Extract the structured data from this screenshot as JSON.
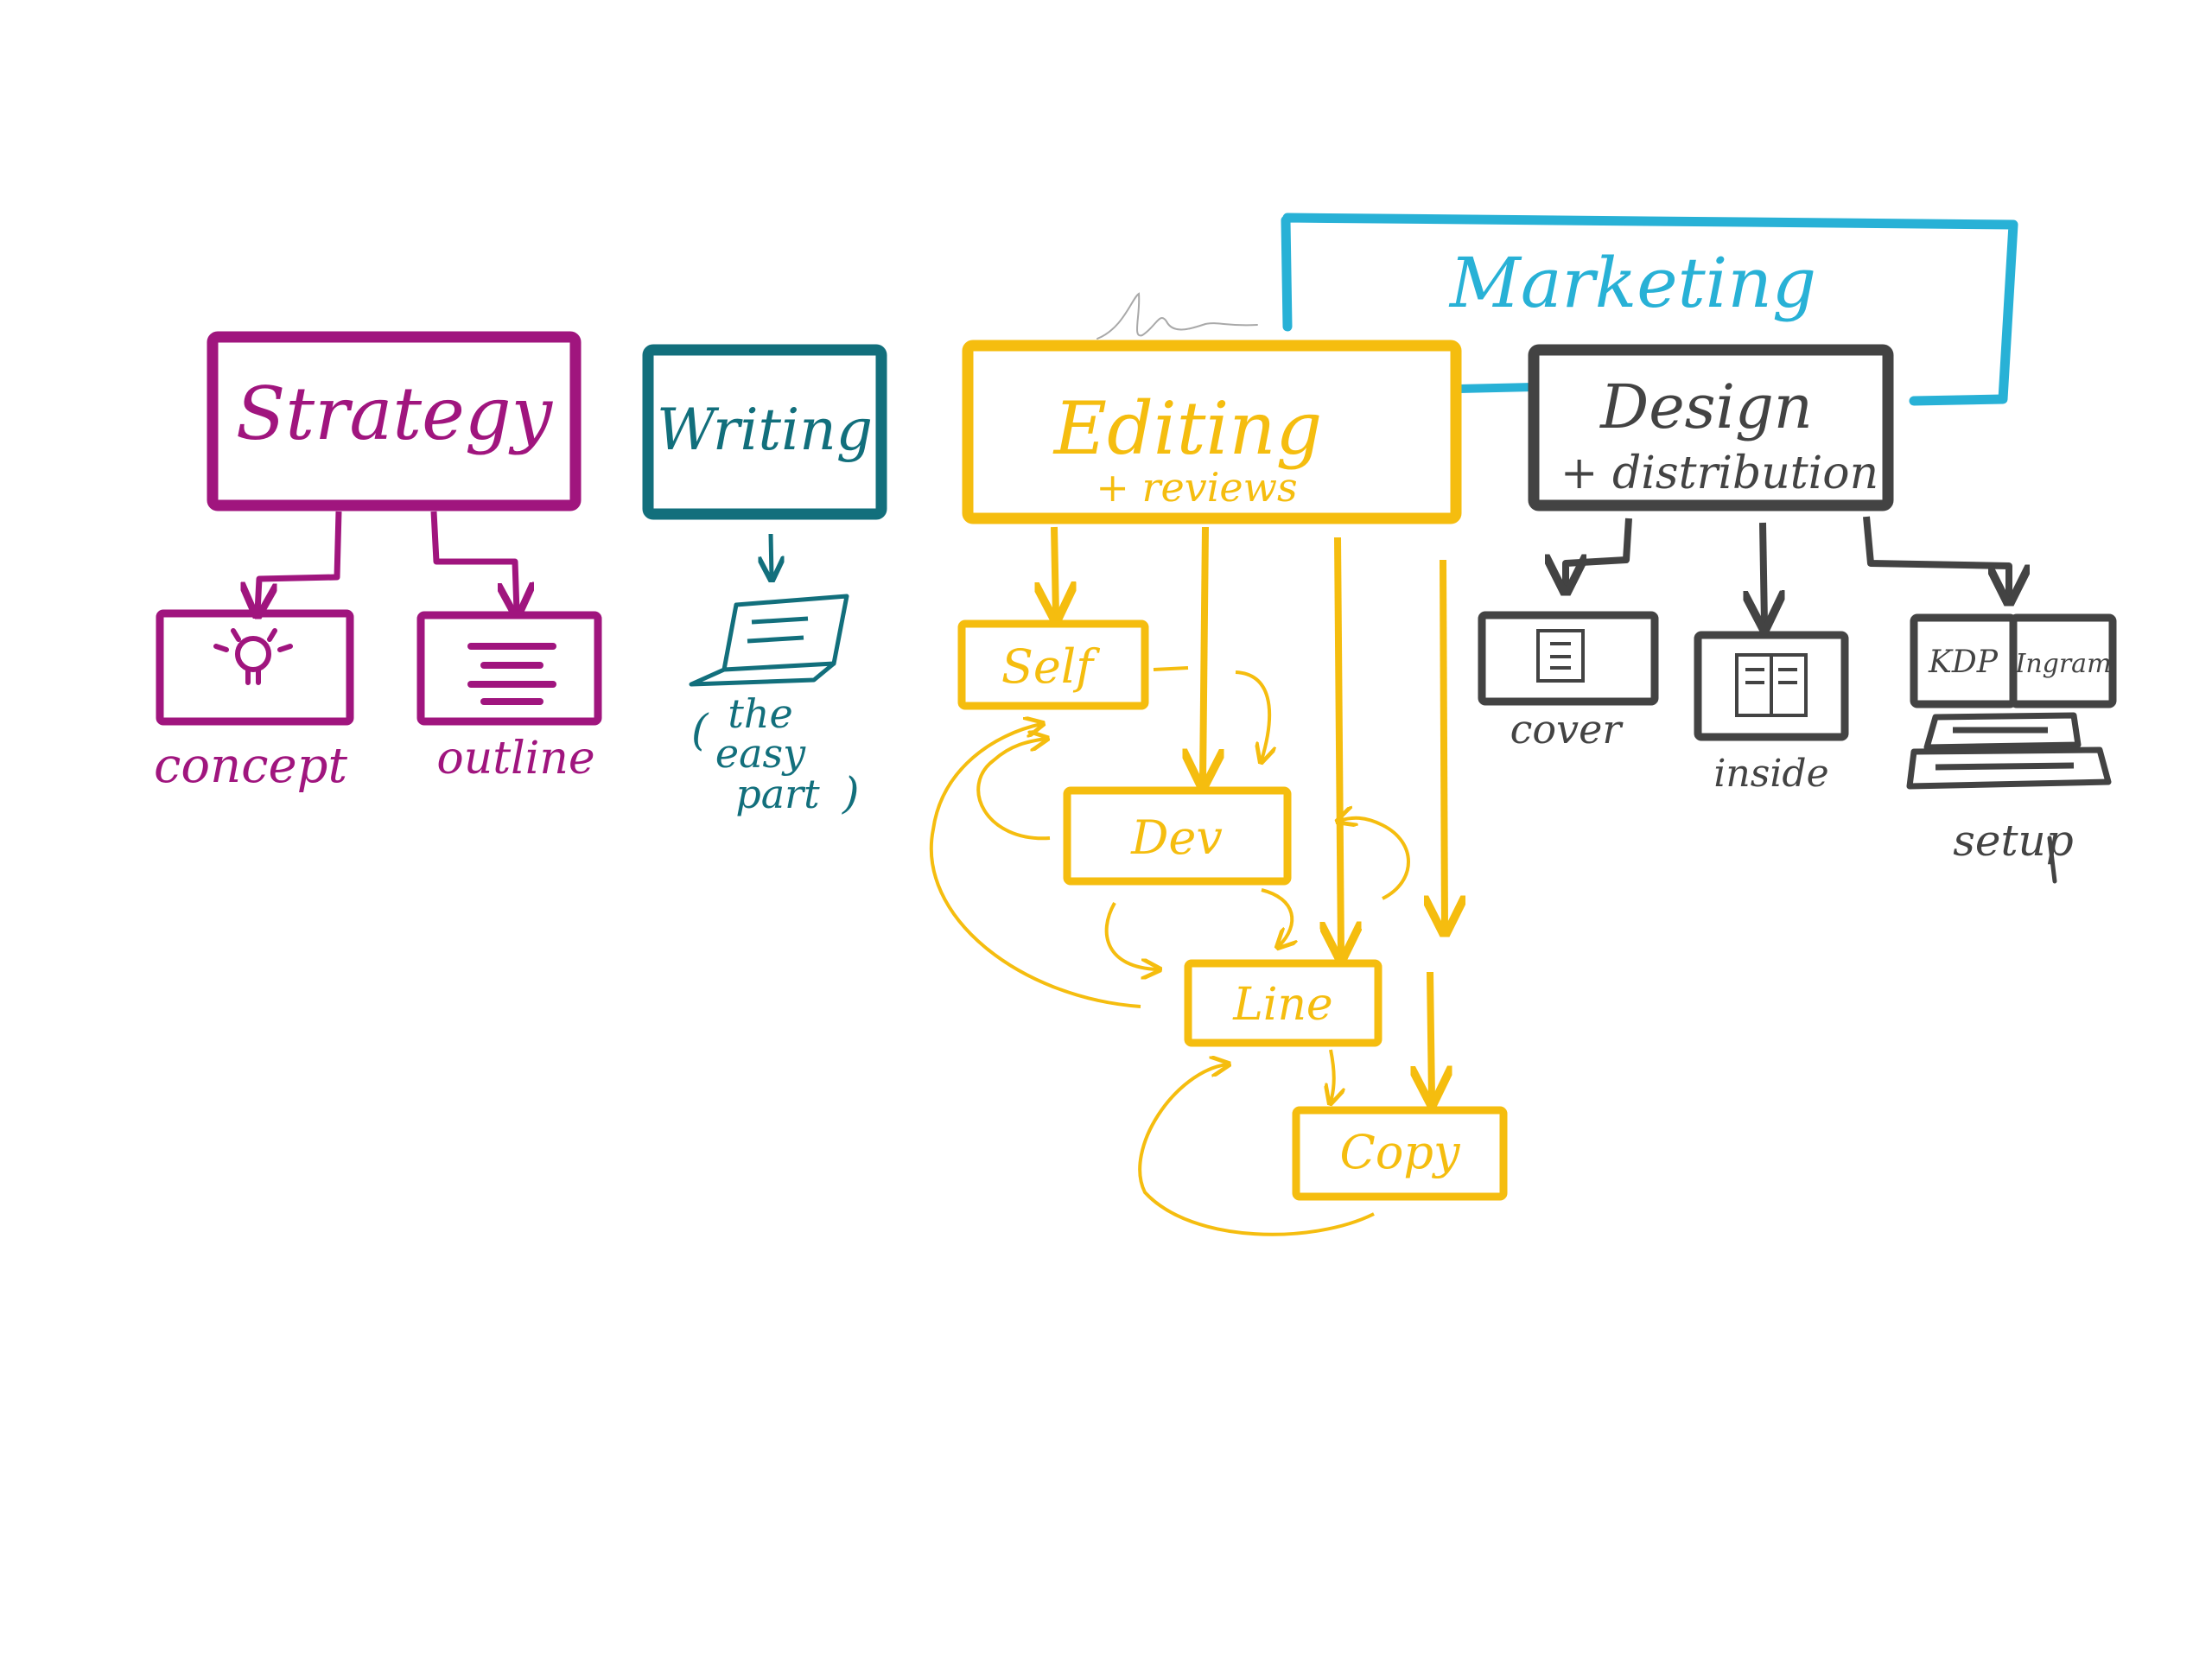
{
  "colors": {
    "strategy": "#a0157e",
    "writing": "#126f7c",
    "editing": "#f5bd0f",
    "design": "#434343",
    "marketing": "#28b1d6",
    "signature": "#a9a9a9"
  },
  "marketing": {
    "label": "Marketing"
  },
  "strategy": {
    "label": "Strategy",
    "children": [
      "concept",
      "outline"
    ]
  },
  "writing": {
    "label": "Writing",
    "note_open": "(",
    "note_lines": [
      "the",
      "easy",
      "part"
    ],
    "note_close": ")"
  },
  "editing": {
    "label": "Editing",
    "sublabel": "+ reviews",
    "stages": [
      "Self",
      "Dev",
      "Line",
      "Copy"
    ]
  },
  "design": {
    "label": "Design",
    "sublabel": "+ distribution",
    "children": [
      "cover",
      "inside",
      "setup"
    ],
    "setup_tags": [
      "KDP",
      "Ingram"
    ]
  },
  "icons": [
    "lightbulb-icon",
    "outline-lines-icon",
    "laptop-icon",
    "cover-icon",
    "inside-page-icon",
    "setup-stack-icon"
  ]
}
